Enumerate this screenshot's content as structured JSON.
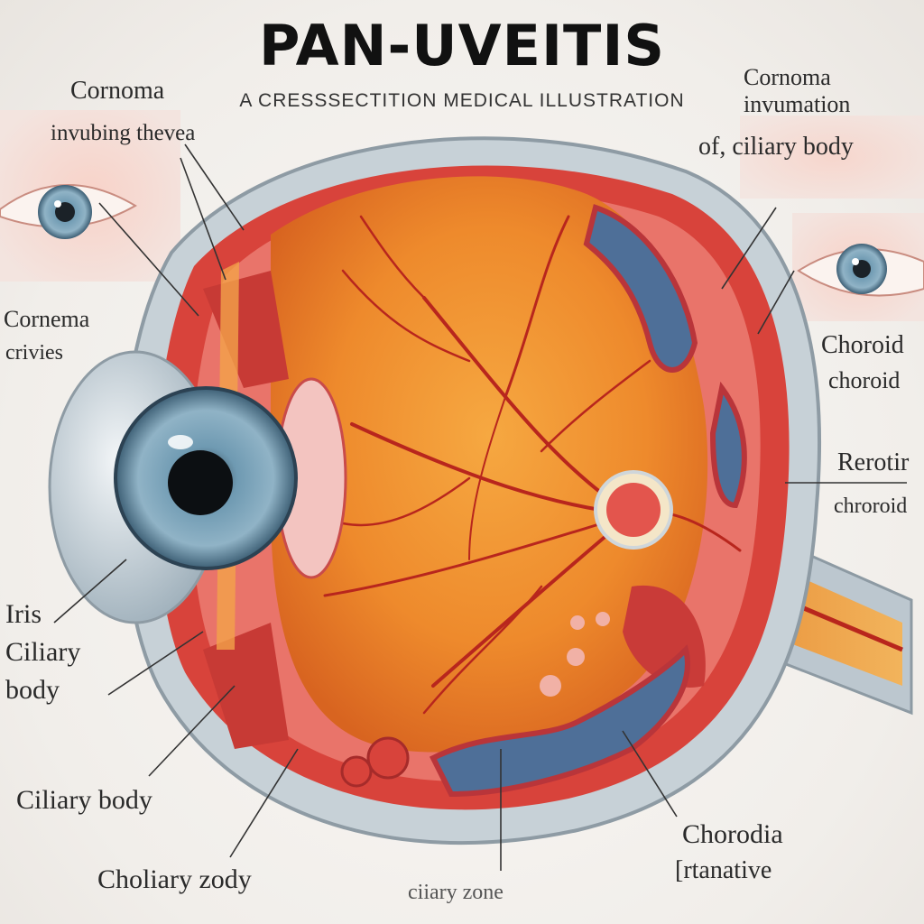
{
  "title": "PAN-UVEITIS",
  "subtitle": "A CRESSSECTITION MEDICAL ILLUSTRATION",
  "labels": {
    "top_left_1": "Cornoma",
    "top_left_2": "invubing thevea",
    "mid_left_1": "Cornema",
    "mid_left_2": "crivies",
    "iris_1": "Iris",
    "iris_2": "Ciliary",
    "iris_3": "body",
    "ciliary_body": "Ciliary body",
    "choliary_zody": "Choliary zody",
    "bottom_center": "ciiary zone",
    "top_right_1": "Cornoma",
    "top_right_2": "invumation",
    "top_right_3": "of, ciliary body",
    "right_1": "Choroid",
    "right_2": "choroid",
    "retina_1": "Rerotir",
    "retina_2": "chroroid",
    "bottom_right_1": "Chorodia",
    "bottom_right_2": "[rtanative"
  },
  "colors": {
    "fundus": "#f0902a",
    "vessel": "#b8261d",
    "tissue_red": "#d8433b",
    "choroid_blue": "#4e6f98",
    "sclera_gray": "#b9c4cc",
    "iris_blue": "#5f8ea8"
  }
}
